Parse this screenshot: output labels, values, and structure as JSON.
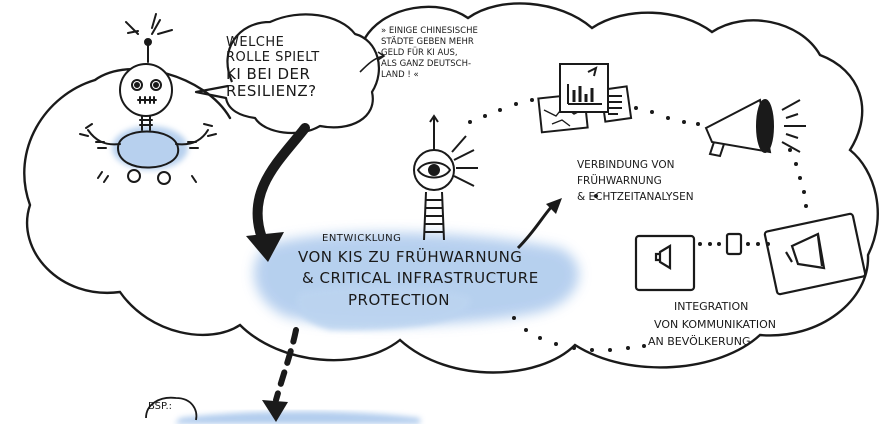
{
  "bubble": {
    "line1": "Welche",
    "line2": "Rolle spielt",
    "line3": "KI bei der",
    "line4": "Resilienz?"
  },
  "quote": {
    "line1": "» Einige chinesische",
    "line2": "Städte geben mehr",
    "line3": "Geld für KI aus,",
    "line4": "als ganz Deutsch-",
    "line5": "land ! «"
  },
  "center": {
    "line1": "Entwicklung",
    "line2": "von KIs zu Frühwarnung",
    "line3": "& critical infrastructure",
    "line4": "protection"
  },
  "linking": {
    "line1": "Verbindung von",
    "line2": "Frühwarnung",
    "line3": "& Echtzeitanalysen"
  },
  "communication": {
    "line1": "Integration",
    "line2": "von Kommunikation",
    "line3": "an Bevölkerung"
  },
  "example": {
    "label": "Bsp.:"
  },
  "colors": {
    "ink": "#1a1a1a",
    "watercolor": "#aac8ec",
    "watercolor_light": "#cfe0f5"
  }
}
